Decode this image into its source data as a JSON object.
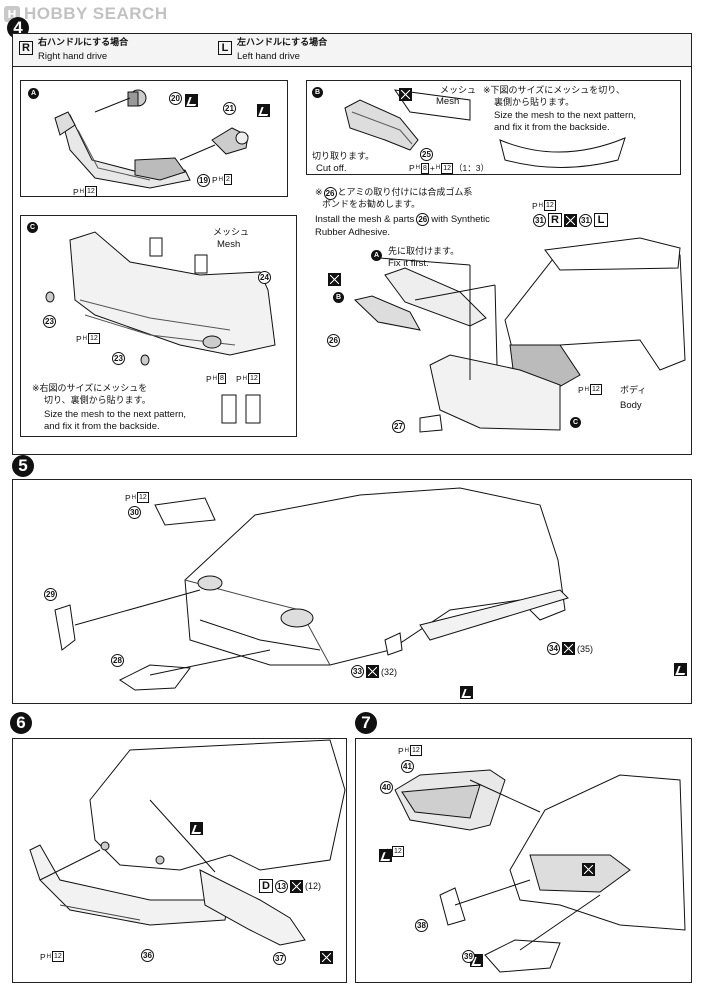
{
  "logo": {
    "text": "HOBBY SEARCH",
    "mark": "H"
  },
  "step4": {
    "number": "4",
    "rhd": {
      "icon": "R",
      "jp": "右ハンドルにする場合",
      "en": "Right hand drive"
    },
    "lhd": {
      "icon": "L",
      "jp": "左ハンドルにする場合",
      "en": "Left hand drive"
    },
    "panelA": {
      "label": "A",
      "parts": {
        "p20": "20",
        "p21": "21",
        "p19": "19"
      },
      "pt12": "12",
      "pt2": "2"
    },
    "panelB": {
      "label": "B",
      "mesh_jp": "メッシュ",
      "mesh_en": "Mesh",
      "note_jp_1": "※下図のサイズにメッシュを切り、",
      "note_jp_2": "裏側から貼ります。",
      "note_en_1": "Size the mesh to the next pattern,",
      "note_en_2": "and fix it from the backside.",
      "cut_jp": "切り取ります。",
      "cut_en": "Cut off.",
      "p25": "25",
      "formula_pre": "8",
      "formula_mid": "12",
      "formula_ratio": "（1：3）"
    },
    "panelC": {
      "label": "C",
      "mesh_jp": "メッシュ",
      "mesh_en": "Mesh",
      "p24": "24",
      "p23a": "23",
      "p23b": "23",
      "pt12a": "12",
      "pt12b": "12",
      "pt8": "8",
      "note_jp_1": "※右図のサイズにメッシュを",
      "note_jp_2": "切り、裏側から貼ります。",
      "note_en_1": "Size the mesh to the next pattern,",
      "note_en_2": "and fix it from the backside."
    },
    "right": {
      "note_jp_1": "※",
      "note_p26": "26",
      "note_jp_1b": "とアミの取り付けには合成ゴム系",
      "note_jp_2": "ボンドをお勧めします。",
      "note_en_1a": "Install the mesh & parts",
      "note_en_1b": "with Synthetic",
      "note_en_2": "Rubber Adhesive.",
      "first_jp": "先に取付けます。",
      "first_en": "Fix it first.",
      "label_a": "A",
      "label_b": "B",
      "label_c": "C",
      "p31a": "31",
      "p31b": "31",
      "icon_r": "R",
      "icon_l": "L",
      "pt12a": "12",
      "pt12b": "12",
      "p26": "26",
      "p27": "27",
      "body_jp": "ボディ",
      "body_en": "Body"
    }
  },
  "step5": {
    "number": "5",
    "pt12": "12",
    "p30": "30",
    "p29": "29",
    "p28": "28",
    "p33": "33",
    "p32": "(32)",
    "p34": "34",
    "p35": "(35)"
  },
  "step6": {
    "number": "6",
    "pt12": "12",
    "p36": "36",
    "p37": "37",
    "icon_d": "D",
    "p13": "13",
    "p12": "(12)"
  },
  "step7": {
    "number": "7",
    "pt12a": "12",
    "pt12b": "12",
    "p41": "41",
    "p40": "40",
    "p38": "38",
    "p39": "39"
  }
}
